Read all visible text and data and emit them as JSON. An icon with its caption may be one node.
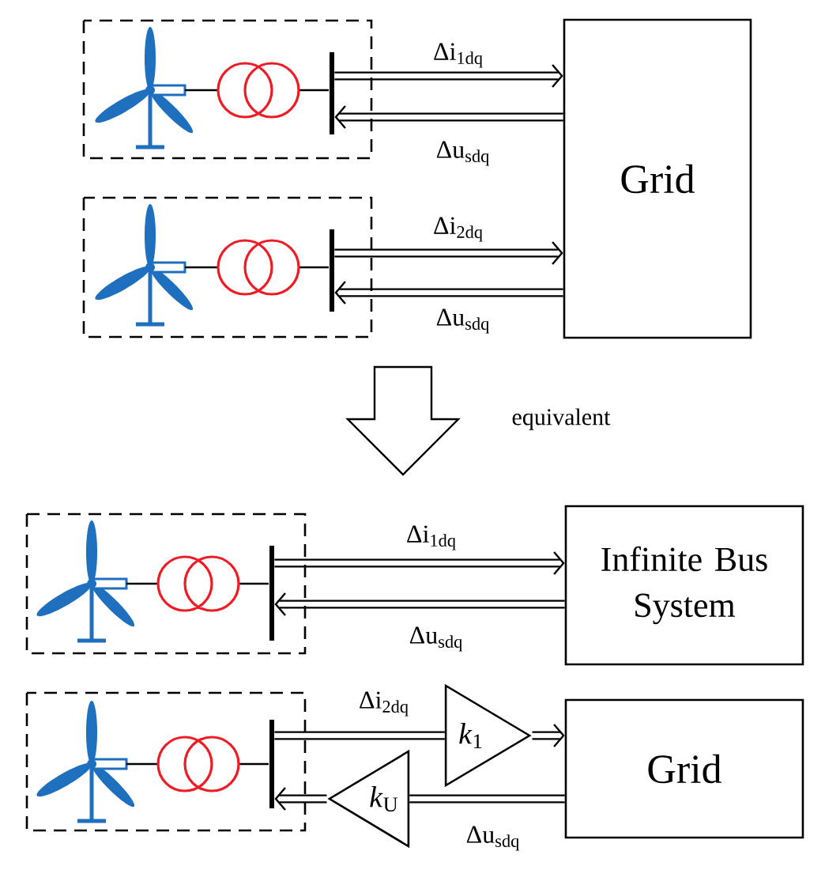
{
  "diagram": {
    "nodes": [
      {
        "text": [
          "Grid"
        ]
      },
      {
        "text": [],
        "shape": "bar"
      },
      {
        "text": [],
        "shape": "bar"
      },
      {
        "text": [
          "Infinite Bus System"
        ]
      },
      {
        "text": [
          "Grid"
        ]
      },
      {
        "text": [],
        "shape": "bar"
      },
      {
        "text": [],
        "shape": "bar"
      },
      {
        "text": [
          "*k*$_{1}$"
        ]
      },
      {
        "text": [
          "*k*$_{U}$"
        ]
      }
    ],
    "edges": [
      {
        "from": 1,
        "to": 0,
        "arrow": "to",
        "label": "Δi$_{1dq}$"
      },
      {
        "from": 0,
        "to": 1,
        "arrow": "to",
        "label": "Δu$_{sdq}$"
      },
      {
        "from": 2,
        "to": 0,
        "arrow": "to",
        "label": "Δi$_{2dq}$"
      },
      {
        "from": 0,
        "to": 2,
        "arrow": "to",
        "label": "Δu$_{sdq}$"
      },
      {
        "from": 5,
        "to": 3,
        "arrow": "to",
        "label": "Δi$_{1dq}$"
      },
      {
        "from": 3,
        "to": 5,
        "arrow": "to",
        "label": "Δu$_{sdq}$"
      },
      {
        "from": 6,
        "to": 7,
        "arrow": "none",
        "label": "Δi$_{2dq}$"
      },
      {
        "from": 7,
        "to": 4,
        "arrow": "to"
      },
      {
        "from": 4,
        "to": 8,
        "arrow": "none",
        "label": "Δu$_{sdq}$"
      },
      {
        "from": 8,
        "to": 6,
        "arrow": "to"
      }
    ],
    "labels": [
      "equivalent"
    ]
  }
}
